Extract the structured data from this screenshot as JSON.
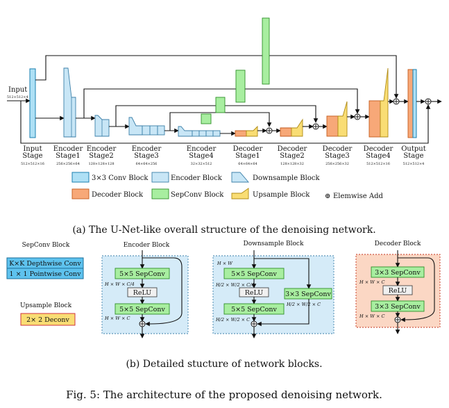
{
  "top": {
    "input_label": "Input",
    "input_dim": "512×512×4",
    "stages": [
      {
        "name": "Input",
        "line2": "Stage",
        "dim": "512×512×16"
      },
      {
        "name": "Encoder",
        "line2": "Stage1",
        "dim": "256×256×64"
      },
      {
        "name": "Encoder",
        "line2": "Stage2",
        "dim": "128×128×128"
      },
      {
        "name": "Encoder",
        "line2": "Stage3",
        "dim": "64×64×256"
      },
      {
        "name": "Encoder",
        "line2": "Stage4",
        "dim": "32×32×512"
      },
      {
        "name": "Decoder",
        "line2": "Stage1",
        "dim": "64×64×64"
      },
      {
        "name": "Decoder",
        "line2": "Stage2",
        "dim": "128×128×32"
      },
      {
        "name": "Decoder",
        "line2": "Stage3",
        "dim": "256×256×32"
      },
      {
        "name": "Decoder",
        "line2": "Stage4",
        "dim": "512×512×16"
      },
      {
        "name": "Output",
        "line2": "Stage",
        "dim": "512×512×4"
      }
    ],
    "legend": {
      "conv": "3×3 Conv Block",
      "encoder": "Encoder Block",
      "downsample": "Downsample Block",
      "decoder": "Decoder Block",
      "sepconv": "SepConv Block",
      "upsample": "Upsample Block",
      "add_symbol": "⊕",
      "add": "Elemwise Add"
    },
    "caption": "(a) The U-Net-like overall structure of the denoising network."
  },
  "bottom": {
    "sepconv_title": "SepConv Block",
    "sepconv_line1": "K×K Depthwise Conv",
    "sepconv_line2": "1 × 1 Pointwise Conv",
    "upsample_title": "Upsample Block",
    "upsample_line": "2× 2 Deconv",
    "encoder_title": "Encoder Block",
    "encoder_sep1": "5×5 SepConv",
    "encoder_relu": "ReLU",
    "encoder_sep2": "5×5 SepConv",
    "encoder_dim1": "H × W × C/4",
    "encoder_dim2": "H × W × C",
    "down_title": "Downsample Block",
    "down_hw": "H × W",
    "down_sep1": "5×5 SepConv",
    "down_relu": "ReLU",
    "down_sep2": "5×5 SepConv",
    "down_sep3": "3×3 SepConv",
    "down_dim1": "H/2 × W/2 × C/4",
    "down_dim2": "H/2 × W/2 × C",
    "down_dim3": "H/2 × W/2 × C",
    "decoder_title": "Decoder Block",
    "dec_sep1": "3×3 SepConv",
    "dec_relu": "ReLU",
    "dec_sep2": "3×3 SepConv",
    "dec_dim1": "H × W × C",
    "dec_dim2": "H × W × C",
    "caption": "(b) Detailed stucture of network blocks."
  },
  "figure_caption": "Fig. 5: The architecture of the proposed denoising network."
}
